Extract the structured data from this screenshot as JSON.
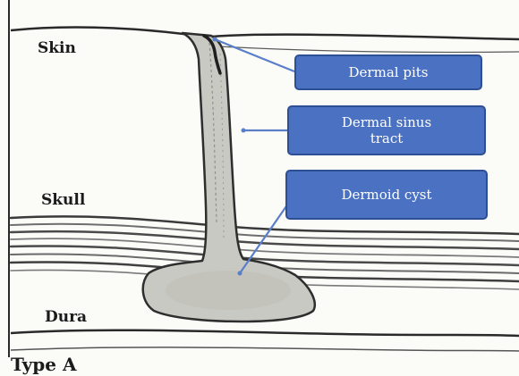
{
  "layers": {
    "skin": "Skin",
    "skull": "Skull",
    "dura": "Dura"
  },
  "variant": "Type A",
  "callouts": {
    "dermal_pits": "Dermal pits",
    "dermal_sinus_tract": "Dermal sinus\ntract",
    "dermoid_cyst": "Dermoid cyst"
  },
  "colors": {
    "callout_fill": "#4a71c2",
    "callout_border": "#2d4f93",
    "pointer_line": "#5a7fc9",
    "tract_fill": "#c9c9c4",
    "ink": "#2a2a2a"
  }
}
